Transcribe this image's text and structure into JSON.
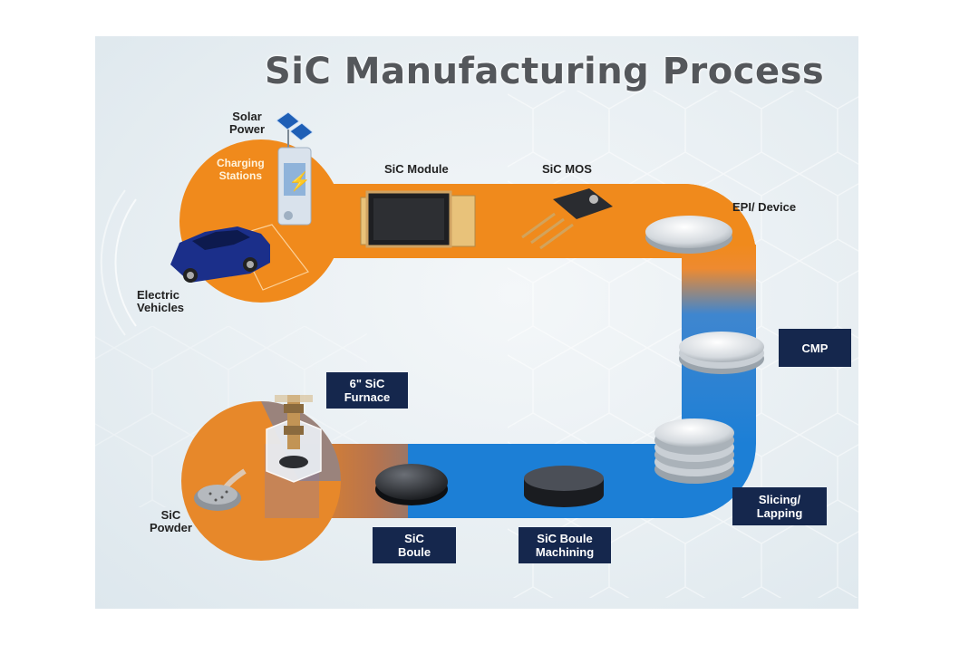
{
  "title": "SiC Manufacturing Process",
  "labels": {
    "solar_power": [
      "Solar",
      "Power"
    ],
    "charging_stations": [
      "Charging",
      "Stations"
    ],
    "electric_vehicles": [
      "Electric",
      "Vehicles"
    ],
    "sic_module": "SiC Module",
    "sic_mos": "SiC MOS",
    "epi_device": "EPI/ Device",
    "sic_powder": [
      "SiC",
      "Powder"
    ]
  },
  "steps": {
    "furnace": [
      "6\" SiC",
      "Furnace"
    ],
    "cmp": [
      "CMP"
    ],
    "slicing": [
      "Slicing/",
      "Lapping"
    ],
    "boule": [
      "SiC",
      "Boule"
    ],
    "machining": [
      "SiC Boule",
      "Machining"
    ]
  },
  "colors": {
    "orange_band": "#f08a1c",
    "blue_band": "#1c7fd6",
    "navy_box": "#15274d",
    "title": "#54575b"
  }
}
